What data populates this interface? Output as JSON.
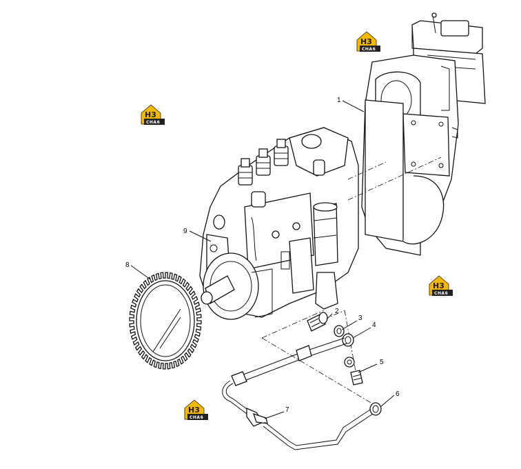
{
  "diagram": {
    "callouts": [
      {
        "id": "1",
        "label": "1"
      },
      {
        "id": "2",
        "label": "2"
      },
      {
        "id": "3",
        "label": "3"
      },
      {
        "id": "4",
        "label": "4"
      },
      {
        "id": "5",
        "label": "5"
      },
      {
        "id": "6",
        "label": "6"
      },
      {
        "id": "7",
        "label": "7"
      },
      {
        "id": "8",
        "label": "8"
      },
      {
        "id": "9",
        "label": "9"
      }
    ],
    "watermark": {
      "logo_text": "H3",
      "sub_text": "CHA6",
      "color": "#f5b800"
    },
    "colors": {
      "line": "#111111",
      "background": "#ffffff"
    }
  }
}
